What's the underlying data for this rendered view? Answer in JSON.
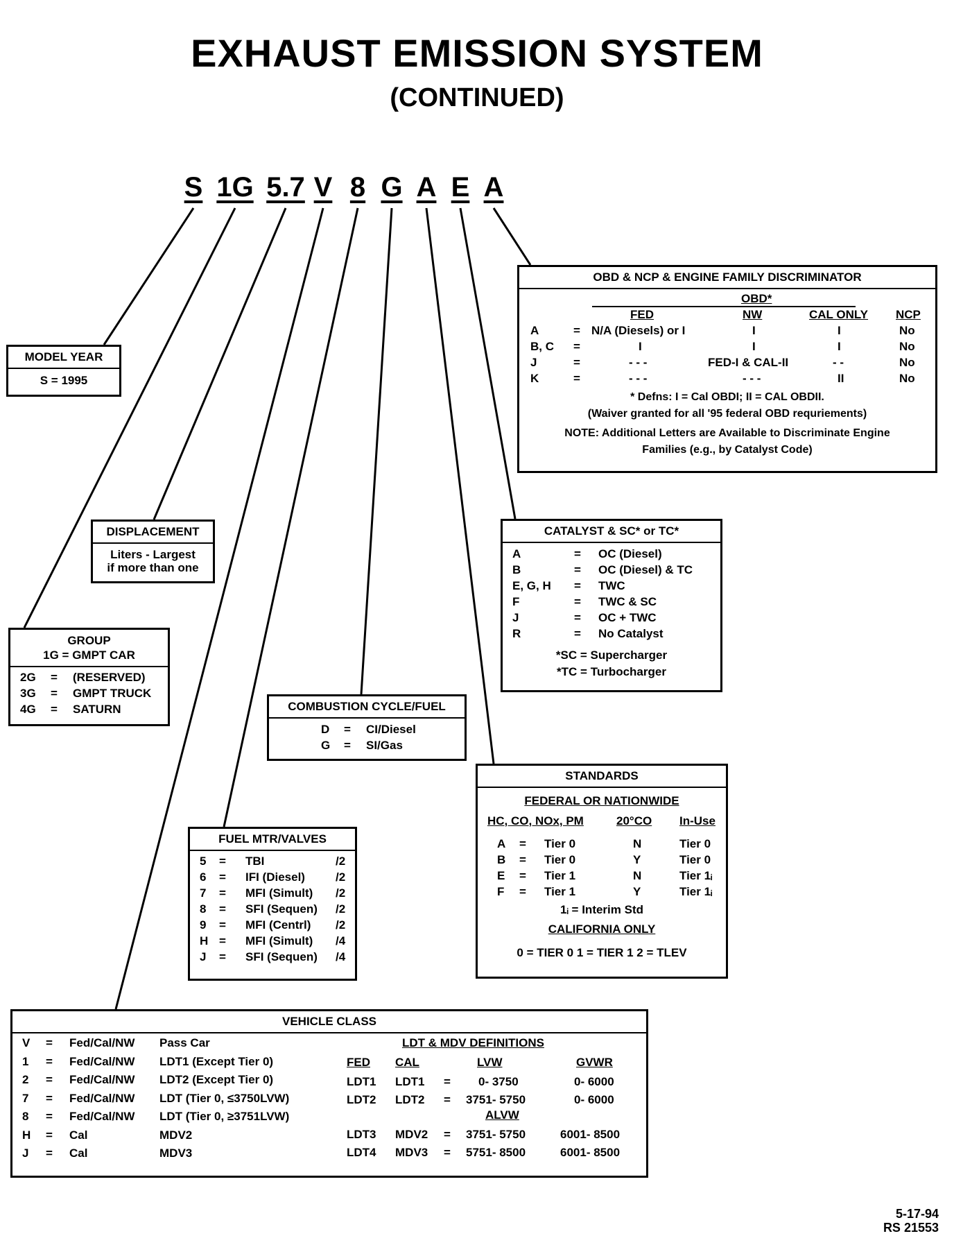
{
  "title": "EXHAUST EMISSION SYSTEM",
  "subtitle": "(CONTINUED)",
  "code": [
    "S",
    "1G",
    "5.7",
    "V",
    "8",
    "G",
    "A",
    "E",
    "A"
  ],
  "model_year": {
    "header": "MODEL YEAR",
    "row": "S = 1995"
  },
  "displacement": {
    "header": "DISPLACEMENT",
    "line1": "Liters - Largest",
    "line2": "if more than one"
  },
  "group": {
    "header1": "GROUP",
    "header2": "1G = GMPT CAR",
    "rows": [
      [
        "2G",
        "=",
        "(RESERVED)"
      ],
      [
        "3G",
        "=",
        "GMPT TRUCK"
      ],
      [
        "4G",
        "=",
        "SATURN"
      ]
    ]
  },
  "combustion": {
    "header": "COMBUSTION CYCLE/FUEL",
    "rows": [
      [
        "D",
        "=",
        "CI/Diesel"
      ],
      [
        "G",
        "=",
        "SI/Gas"
      ]
    ]
  },
  "fuel": {
    "header": "FUEL MTR/VALVES",
    "rows": [
      [
        "5",
        "=",
        "TBI",
        "/2"
      ],
      [
        "6",
        "=",
        "IFI (Diesel)",
        "/2"
      ],
      [
        "7",
        "=",
        "MFI (Simult)",
        "/2"
      ],
      [
        "8",
        "=",
        "SFI (Sequen)",
        "/2"
      ],
      [
        "9",
        "=",
        "MFI (Centrl)",
        "/2"
      ],
      [
        "H",
        "=",
        "MFI (Simult)",
        "/4"
      ],
      [
        "J",
        "=",
        "SFI (Sequen)",
        "/4"
      ]
    ]
  },
  "obd": {
    "header": "OBD & NCP & ENGINE FAMILY DISCRIMINATOR",
    "group": "OBD*",
    "cols": [
      "FED",
      "NW",
      "CAL ONLY",
      "NCP"
    ],
    "rows": [
      [
        "A",
        "=",
        "N/A (Diesels) or I",
        "I",
        "I",
        "No"
      ],
      [
        "B, C",
        "=",
        "I",
        "I",
        "I",
        "No"
      ],
      [
        "J",
        "=",
        "- - -",
        "FED-I & CAL-II",
        "- -",
        "No"
      ],
      [
        "K",
        "=",
        "- - -",
        "- - -",
        "II",
        "No"
      ]
    ],
    "defns": "* Defns:  I = Cal  OBDI;    II = CAL  OBDII.",
    "waiver": "(Waiver granted for all '95 federal OBD requriements)",
    "note1": "NOTE:  Additional Letters are Available to Discriminate Engine",
    "note2": "Families (e.g., by Catalyst Code)"
  },
  "catalyst": {
    "header": "CATALYST & SC* or TC*",
    "rows": [
      [
        "A",
        "=",
        "OC  (Diesel)"
      ],
      [
        "B",
        "=",
        "OC  (Diesel)  &  TC"
      ],
      [
        "E, G, H",
        "=",
        "TWC"
      ],
      [
        "F",
        "=",
        "TWC  &  SC"
      ],
      [
        "J",
        "=",
        "OC + TWC"
      ],
      [
        "R",
        "=",
        "No Catalyst"
      ]
    ],
    "sc": "*SC = Supercharger",
    "tc": "*TC = Turbocharger"
  },
  "standards": {
    "header": "STANDARDS",
    "fed": "FEDERAL OR NATIONWIDE",
    "cols": [
      "HC, CO, NOx, PM",
      "20°CO",
      "In-Use"
    ],
    "rows": [
      [
        "A",
        "=",
        "Tier  0",
        "N",
        "Tier  0"
      ],
      [
        "B",
        "=",
        "Tier  0",
        "Y",
        "Tier  0"
      ],
      [
        "E",
        "=",
        "Tier  1",
        "N",
        "Tier 1ᵢ"
      ],
      [
        "F",
        "=",
        "Tier  1",
        "Y",
        "Tier 1ᵢ"
      ]
    ],
    "interim": "1ᵢ   =   Interim Std",
    "cal": "CALIFORNIA ONLY",
    "calrow": "0 = TIER 0     1 = TIER 1     2 = TLEV"
  },
  "vehicle": {
    "header": "VEHICLE CLASS",
    "rows": [
      [
        "V",
        "=",
        "Fed/Cal/NW",
        "Pass Car"
      ],
      [
        "1",
        "=",
        "Fed/Cal/NW",
        "LDT1  (Except Tier 0)"
      ],
      [
        "2",
        "=",
        "Fed/Cal/NW",
        "LDT2  (Except Tier 0)"
      ],
      [
        "7",
        "=",
        "Fed/Cal/NW",
        "LDT  (Tier 0, ≤3750LVW)"
      ],
      [
        "8",
        "=",
        "Fed/Cal/NW",
        "LDT  (Tier 0, ≥3751LVW)"
      ],
      [
        "H",
        "=",
        "Cal",
        "MDV2"
      ],
      [
        "J",
        "=",
        "Cal",
        "MDV3"
      ]
    ],
    "def_title": "LDT & MDV DEFINITIONS",
    "def_cols": [
      "FED",
      "CAL",
      "LVW",
      "GVWR"
    ],
    "alvw": "ALVW",
    "def_rows": [
      [
        "LDT1",
        "LDT1",
        "=",
        "0-   3750",
        "0-    6000"
      ],
      [
        "LDT2",
        "LDT2",
        "=",
        "3751-   5750",
        "0-    6000"
      ],
      [
        "LDT3",
        "MDV2",
        "=",
        "3751-   5750",
        "6001-    8500"
      ],
      [
        "LDT4",
        "MDV3",
        "=",
        "5751-   8500",
        "6001-    8500"
      ]
    ]
  },
  "footer": {
    "date": "5-17-94",
    "ref": "RS 21553"
  }
}
